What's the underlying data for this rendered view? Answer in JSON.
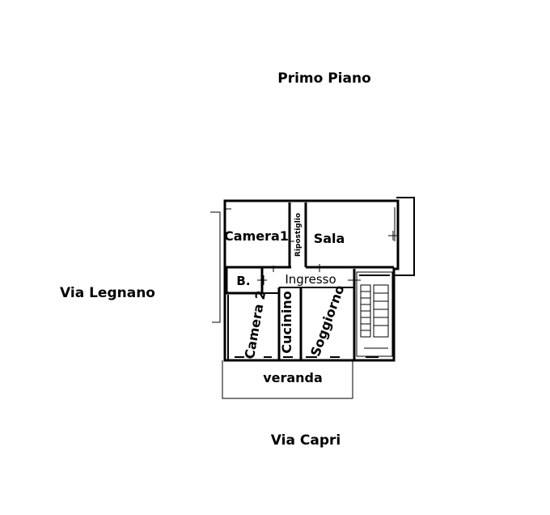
{
  "title": "Primo Piano",
  "streets": {
    "west": "Via Legnano",
    "south": "Via Capri"
  },
  "rooms": {
    "camera1": "Camera1",
    "sala": "Sala",
    "ripostiglio": "Ripostiglio",
    "bagno": "B.",
    "ingresso": "Ingresso",
    "camera2": "Camera 2",
    "cucinino": "Cucinino",
    "soggiorno": "Soggiorno",
    "veranda": "veranda"
  }
}
